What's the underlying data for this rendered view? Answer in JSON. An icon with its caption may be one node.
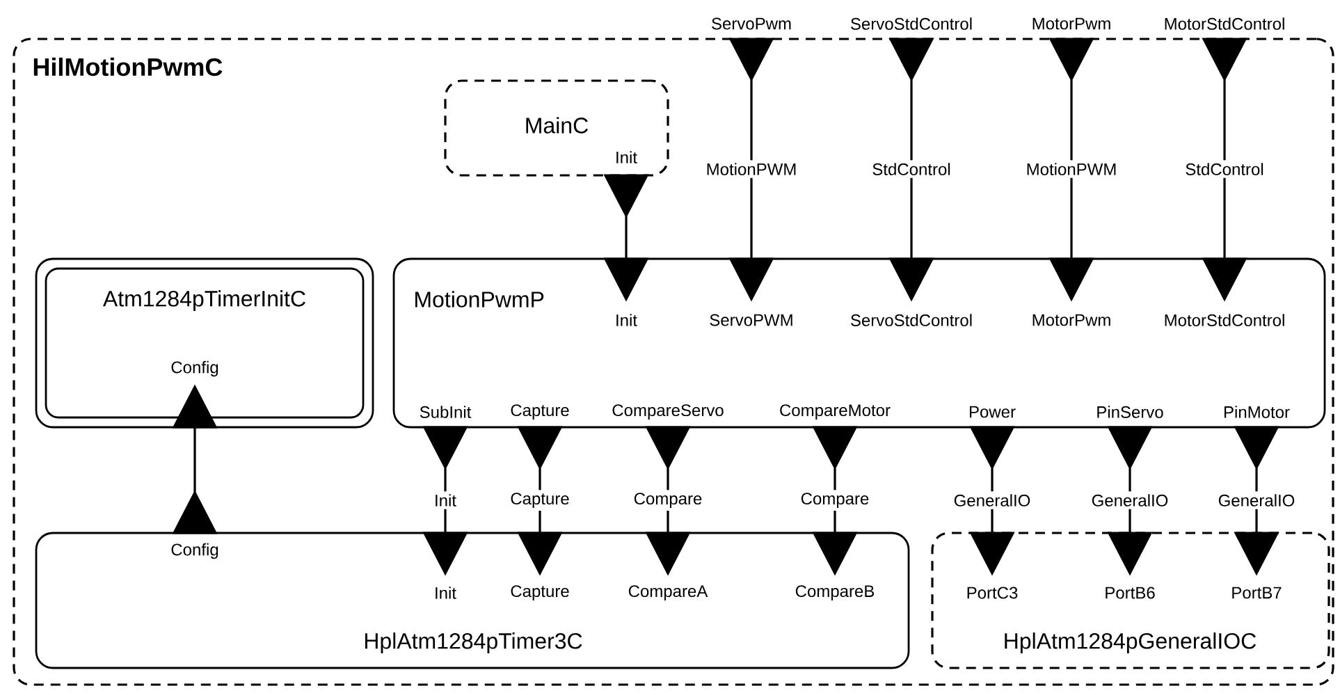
{
  "diagram": {
    "nodes": [
      {
        "text": [
          "HilMotionPwmC"
        ]
      },
      {
        "text": [
          "MainC"
        ],
        "in": 0
      },
      {
        "text": [
          "Atm1284pTimerInitC"
        ],
        "in": 0
      },
      {
        "text": [
          "MotionPwmP"
        ],
        "in": 0
      },
      {
        "text": [
          "HplAtm1284pTimer3C"
        ],
        "in": 0
      },
      {
        "text": [
          "HplAtm1284pGeneralIOC"
        ],
        "in": 0
      }
    ],
    "edges": [
      {
        "from": 1,
        "to": 3,
        "arrow": "to"
      },
      {
        "from": 0,
        "to": 3,
        "arrow": "to",
        "label": "MotionPWM"
      },
      {
        "from": 0,
        "to": 3,
        "arrow": "to",
        "label": "StdControl"
      },
      {
        "from": 0,
        "to": 3,
        "arrow": "to",
        "label": "MotionPWM"
      },
      {
        "from": 0,
        "to": 3,
        "arrow": "to",
        "label": "StdControl"
      },
      {
        "from": 4,
        "to": 2,
        "arrow": "to"
      },
      {
        "from": 3,
        "to": 4,
        "arrow": "to",
        "label": "Init"
      },
      {
        "from": 3,
        "to": 4,
        "arrow": "to",
        "label": "Capture"
      },
      {
        "from": 3,
        "to": 4,
        "arrow": "to",
        "label": "Compare"
      },
      {
        "from": 3,
        "to": 4,
        "arrow": "to",
        "label": "Compare"
      },
      {
        "from": 3,
        "to": 5,
        "arrow": "to",
        "label": "GeneralIO"
      },
      {
        "from": 3,
        "to": 5,
        "arrow": "to",
        "label": "GeneralIO"
      },
      {
        "from": 3,
        "to": 5,
        "arrow": "to",
        "label": "GeneralIO"
      }
    ],
    "labels": [
      "ServoPwm",
      "ServoStdControl",
      "MotorPwm",
      "MotorStdControl",
      "Init",
      "Init",
      "ServoPWM",
      "ServoStdControl",
      "MotorPwm",
      "MotorStdControl",
      "Config",
      "SubInit",
      "Capture",
      "CompareServo",
      "CompareMotor",
      "Power",
      "PinServo",
      "PinMotor",
      "Config",
      "Init",
      "Capture",
      "CompareA",
      "CompareB",
      "PortC3",
      "PortB6",
      "PortB7"
    ]
  }
}
